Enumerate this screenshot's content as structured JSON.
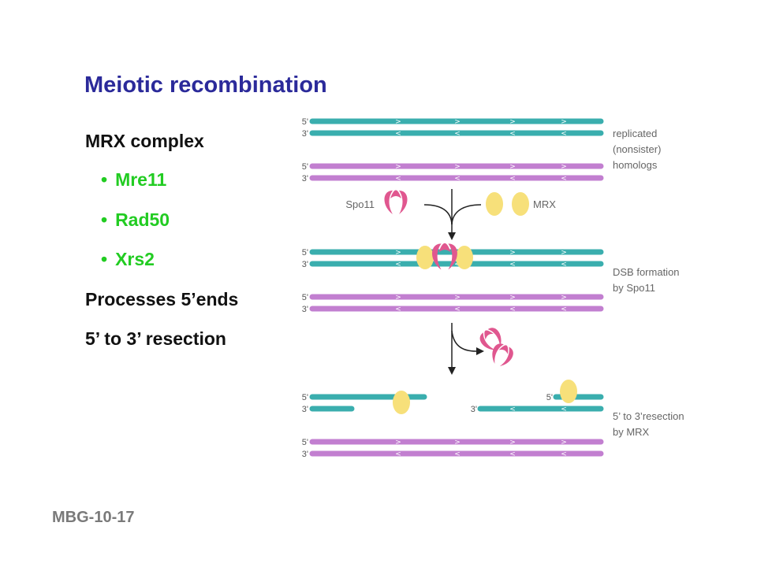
{
  "slide": {
    "title": "Meiotic recombination",
    "bullets": {
      "mrx_complex": "MRX complex",
      "subunits": [
        "Mre11",
        "Rad50",
        "Xrs2"
      ],
      "processes": "Processes 5’ends",
      "resection": "5’ to 3’ resection"
    },
    "figure_code": "MBG-10-17"
  },
  "diagram": {
    "five_prime": "5'",
    "three_prime": "3'",
    "spo11_label": "Spo11",
    "mrx_label": "MRX",
    "panel_labels": {
      "replicated": [
        "replicated",
        "(nonsister)",
        "homologs"
      ],
      "dsb": [
        "DSB formation",
        "by Spo11"
      ],
      "resection": [
        "5’ to 3’resection",
        "by MRX"
      ]
    },
    "colors": {
      "title": "#2b2a9a",
      "subunit_text": "#22cc22",
      "dna_teal": "#3aaeae",
      "dna_purple": "#c27fd0",
      "spo11": "#e0578f",
      "mrx": "#f7e07a"
    }
  }
}
